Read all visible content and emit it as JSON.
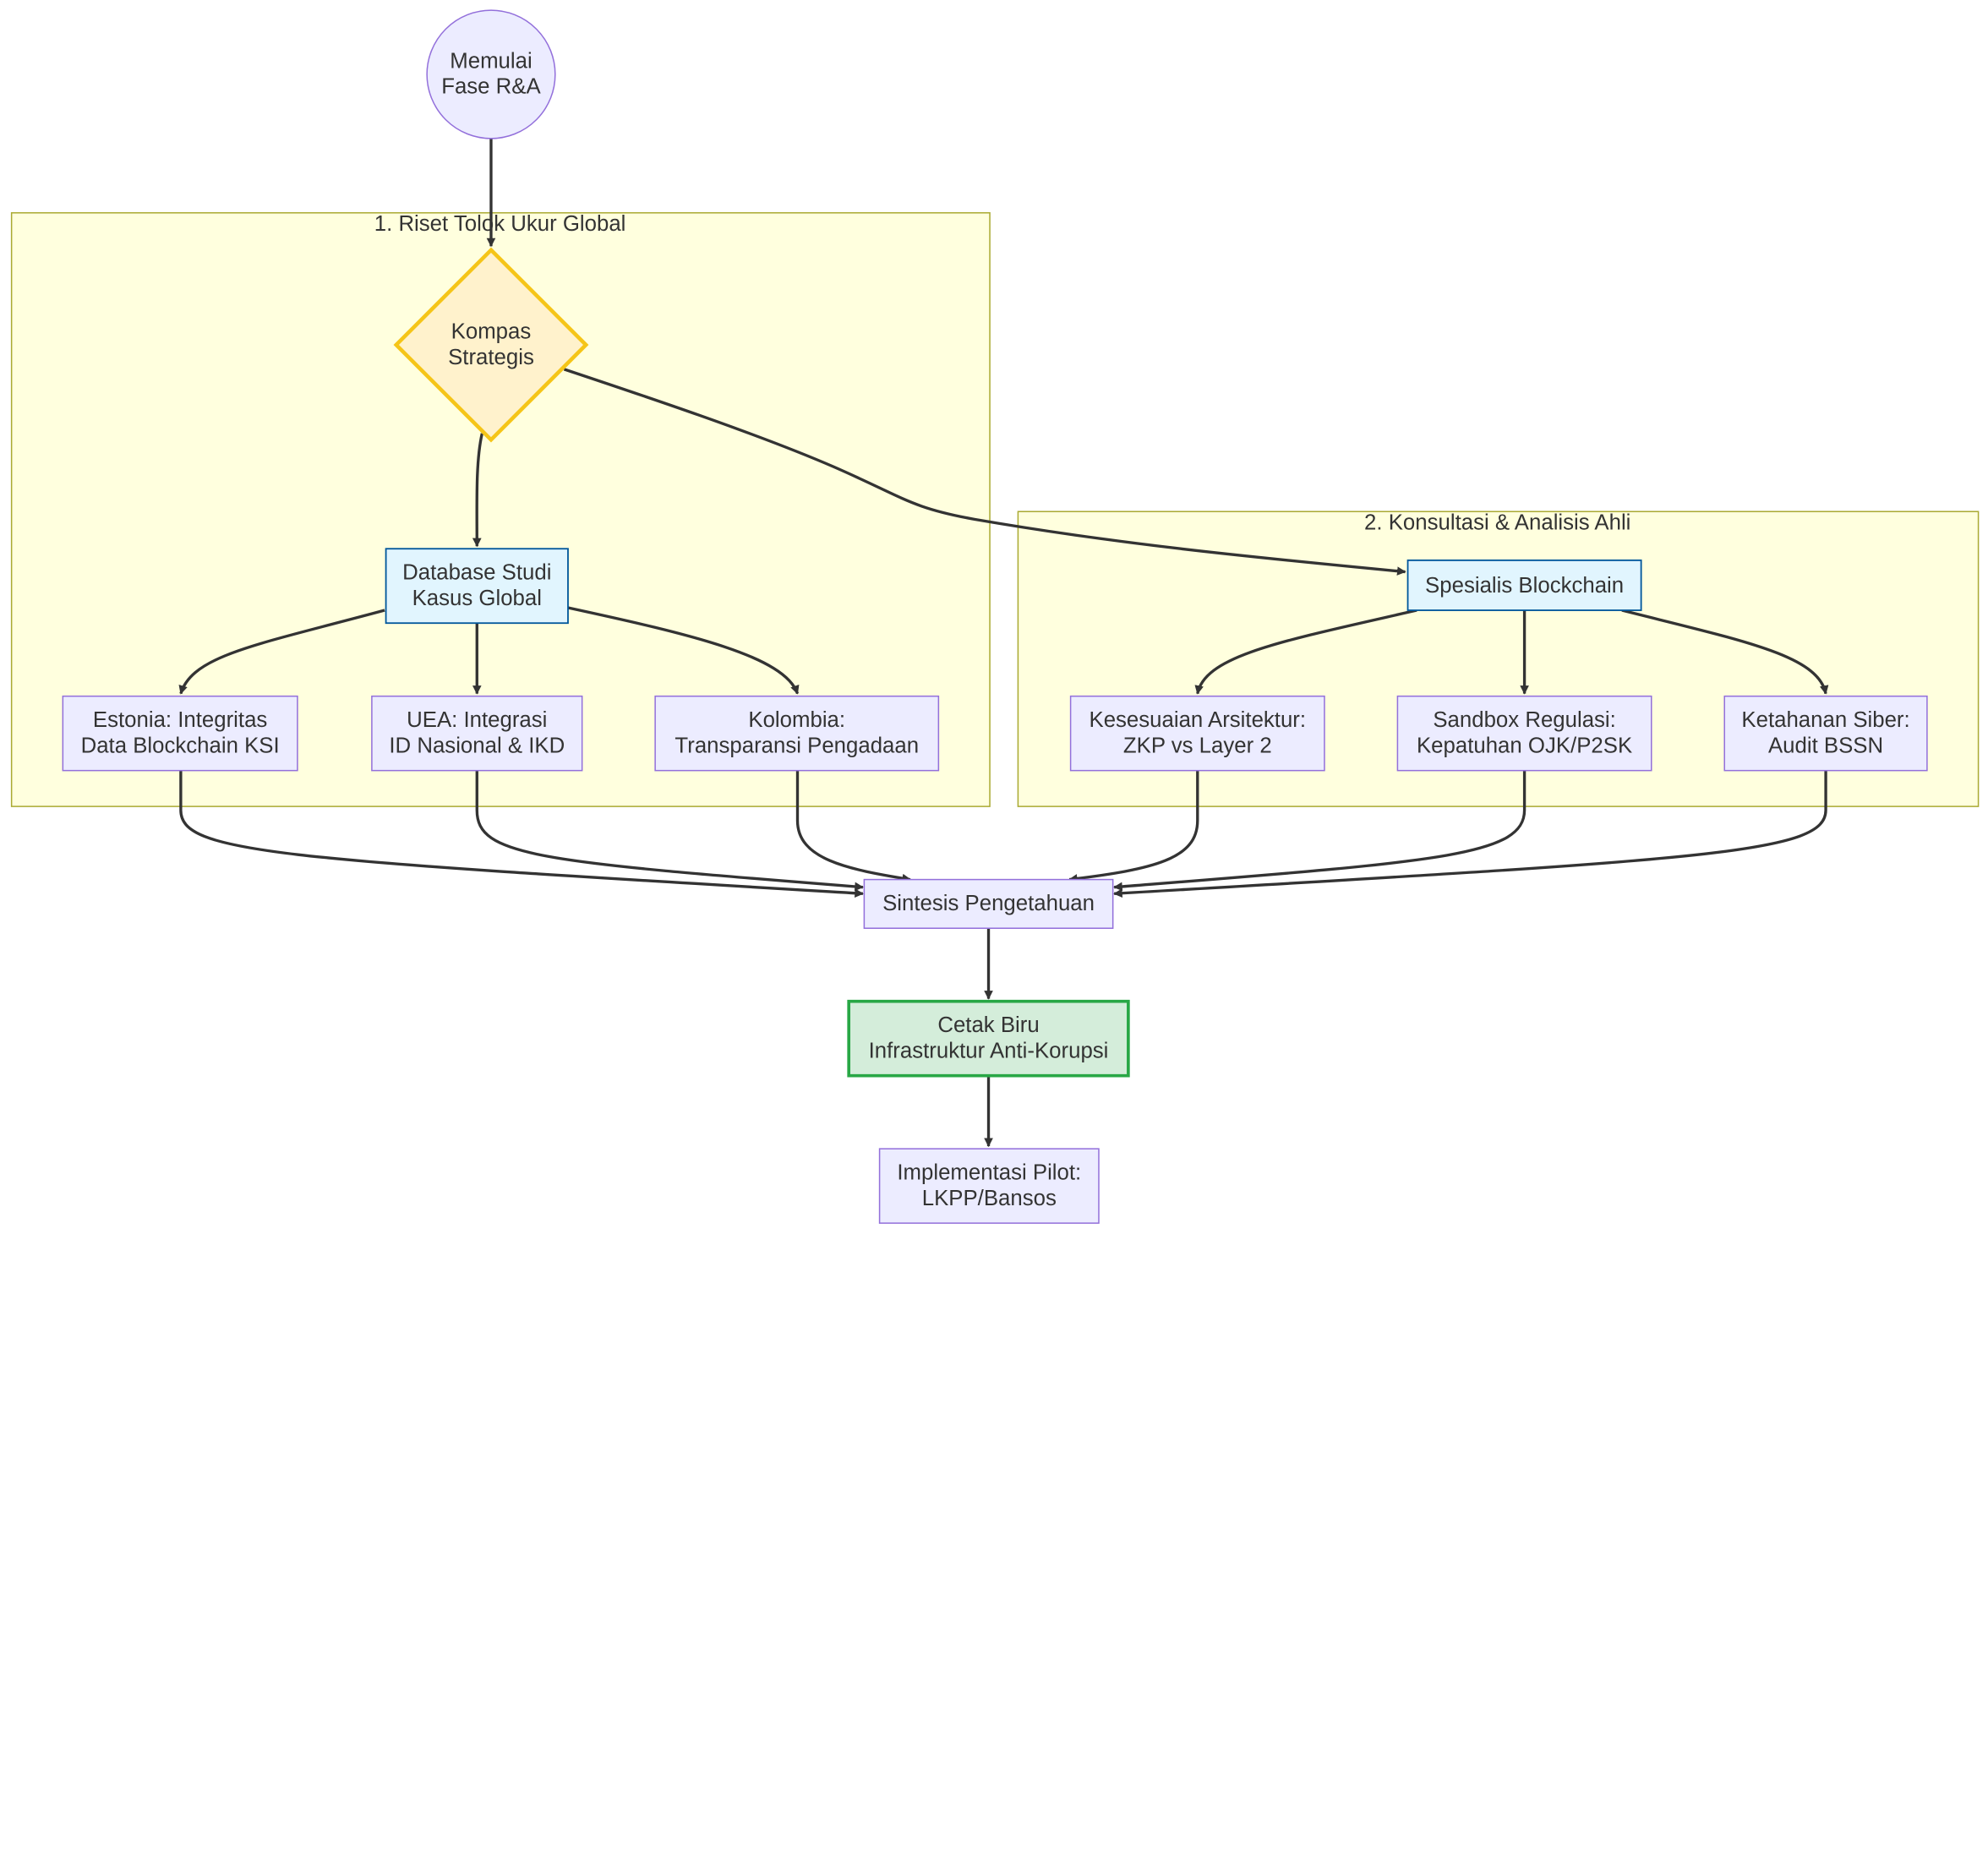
{
  "groups": {
    "riset": {
      "label": "1. Riset Tolok Ukur Global"
    },
    "konsultasi": {
      "label": "2. Konsultasi & Analisis Ahli"
    }
  },
  "nodes": {
    "start": {
      "line1": "Memulai",
      "line2": "Fase R&A"
    },
    "kompas": {
      "line1": "Kompas",
      "line2": "Strategis"
    },
    "database": {
      "line1": "Database Studi",
      "line2": "Kasus Global"
    },
    "estonia": {
      "line1": "Estonia: Integritas",
      "line2": "Data Blockchain KSI"
    },
    "uea": {
      "line1": "UEA: Integrasi",
      "line2": "ID Nasional & IKD"
    },
    "kolombia": {
      "line1": "Kolombia:",
      "line2": "Transparansi Pengadaan"
    },
    "spesialis": {
      "line1": "Spesialis Blockchain"
    },
    "arsitektur": {
      "line1": "Kesesuaian Arsitektur:",
      "line2": "ZKP vs Layer 2"
    },
    "sandbox": {
      "line1": "Sandbox Regulasi:",
      "line2": "Kepatuhan OJK/P2SK"
    },
    "siber": {
      "line1": "Ketahanan Siber:",
      "line2": "Audit BSSN"
    },
    "sintesis": {
      "line1": "Sintesis Pengetahuan"
    },
    "cetak": {
      "line1": "Cetak Biru",
      "line2": "Infrastruktur Anti-Korupsi"
    },
    "pilot": {
      "line1": "Implementasi Pilot:",
      "line2": "LKPP/Bansos"
    }
  },
  "colors": {
    "group_fill": "#ffffde",
    "group_stroke": "#aaaa33",
    "default_fill": "#ececff",
    "default_stroke": "#9370db",
    "decision_fill": "#fff2cc",
    "decision_stroke": "#f5c518",
    "info_fill": "#e1f5fe",
    "info_stroke": "#01579b",
    "success_fill": "#d4edda",
    "success_stroke": "#28a745",
    "edge": "#333333",
    "text": "#333333"
  }
}
